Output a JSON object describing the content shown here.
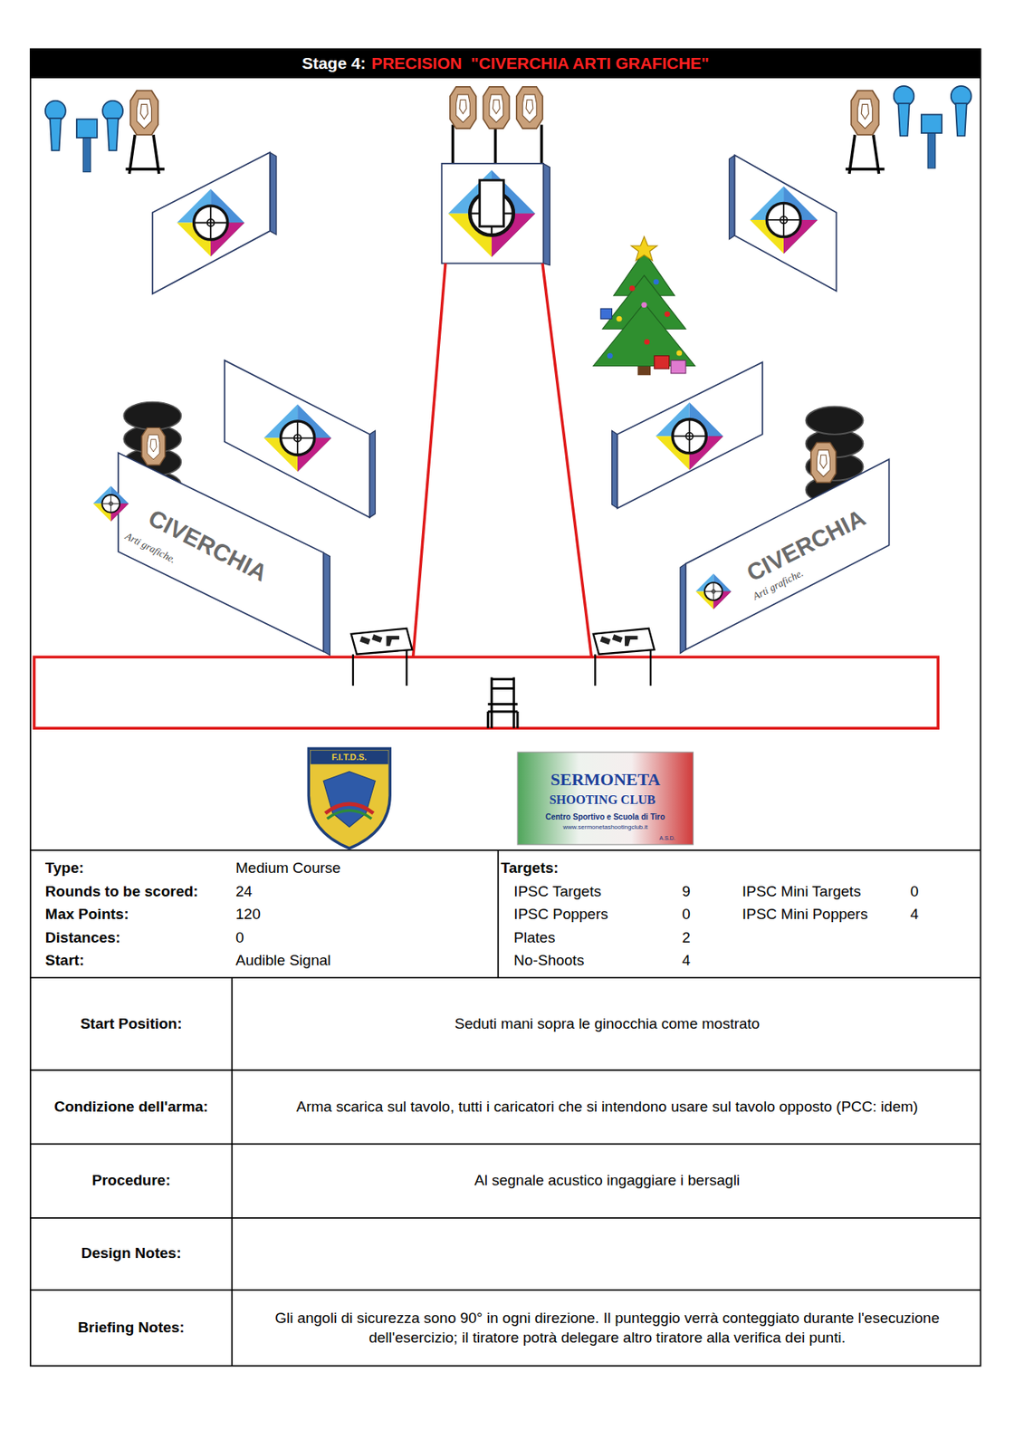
{
  "diagram": {
    "nodes": [
      {
        "text": [
          "Stage 4:",
          "PRECISION  \"CIVERCHIA ARTI GRAFICHE\""
        ]
      }
    ],
    "labels": [
      "CIVERCHIA",
      "Arti grafiche.",
      "CIVERCHIA",
      "Arti grafiche.",
      "F.I.T.D.S.",
      "SERMONETA",
      "SHOOTING CLUB",
      "Centro Sportivo e Scuola di Tiro",
      "www.sermonetashootingclub.it",
      "A.S.D.",
      "Type:",
      "Medium Course",
      "Rounds to be scored:",
      "24",
      "Max Points:",
      "120",
      "Distances:",
      "0",
      "Start:",
      "Audible Signal",
      "Targets:",
      "IPSC Targets",
      "9",
      "IPSC Mini Targets",
      "0",
      "IPSC Poppers",
      "0",
      "IPSC Mini Poppers",
      "4",
      "Plates",
      "2",
      "No-Shoots",
      "4",
      "Start Position:",
      "Seduti mani sopra le ginocchia come mostrato",
      "Condizione dell'arma:",
      "Arma scarica sul tavolo,  tutti i caricatori che si intendono usare sul tavolo opposto          (PCC: idem)",
      "Procedure:",
      "Al segnale acustico ingaggiare i bersagli",
      "Design Notes:",
      "Briefing Notes:",
      "Gli angoli di sicurezza sono 90° in ogni direzione. Il punteggio verrà conteggiato durante l'esecuzione dell'esercizio; il tiratore potrà delegare  altro tiratore alla verifica dei punti."
    ]
  }
}
